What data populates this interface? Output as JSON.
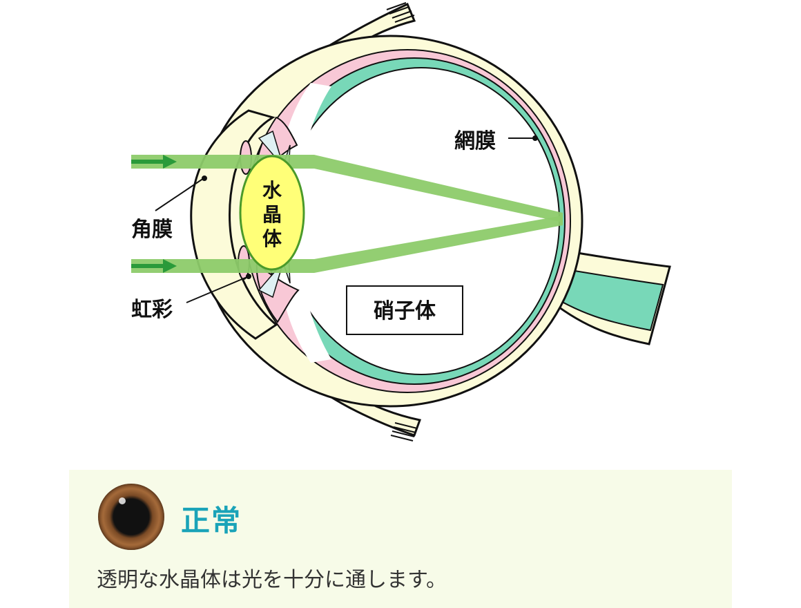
{
  "diagram": {
    "labels": {
      "cornea": "角膜",
      "iris": "虹彩",
      "lens": [
        "水",
        "晶",
        "体"
      ],
      "retina": "網膜",
      "vitreous": "硝子体"
    },
    "colors": {
      "sclera": "#fcfbd9",
      "choroid": "#f8c8d6",
      "retina": "#78d8b8",
      "lens": "#ffff78",
      "lens_outline": "#4a9a2a",
      "light": "#8dcb6a",
      "arrow": "#2a9a3a",
      "outline": "#111111"
    }
  },
  "card": {
    "icon": "eye-icon",
    "status": "正常",
    "description": "透明な水晶体は光を十分に通します。",
    "colors": {
      "background": "#f7fbe8",
      "status": "#1aa3b8",
      "text": "#333333"
    }
  }
}
